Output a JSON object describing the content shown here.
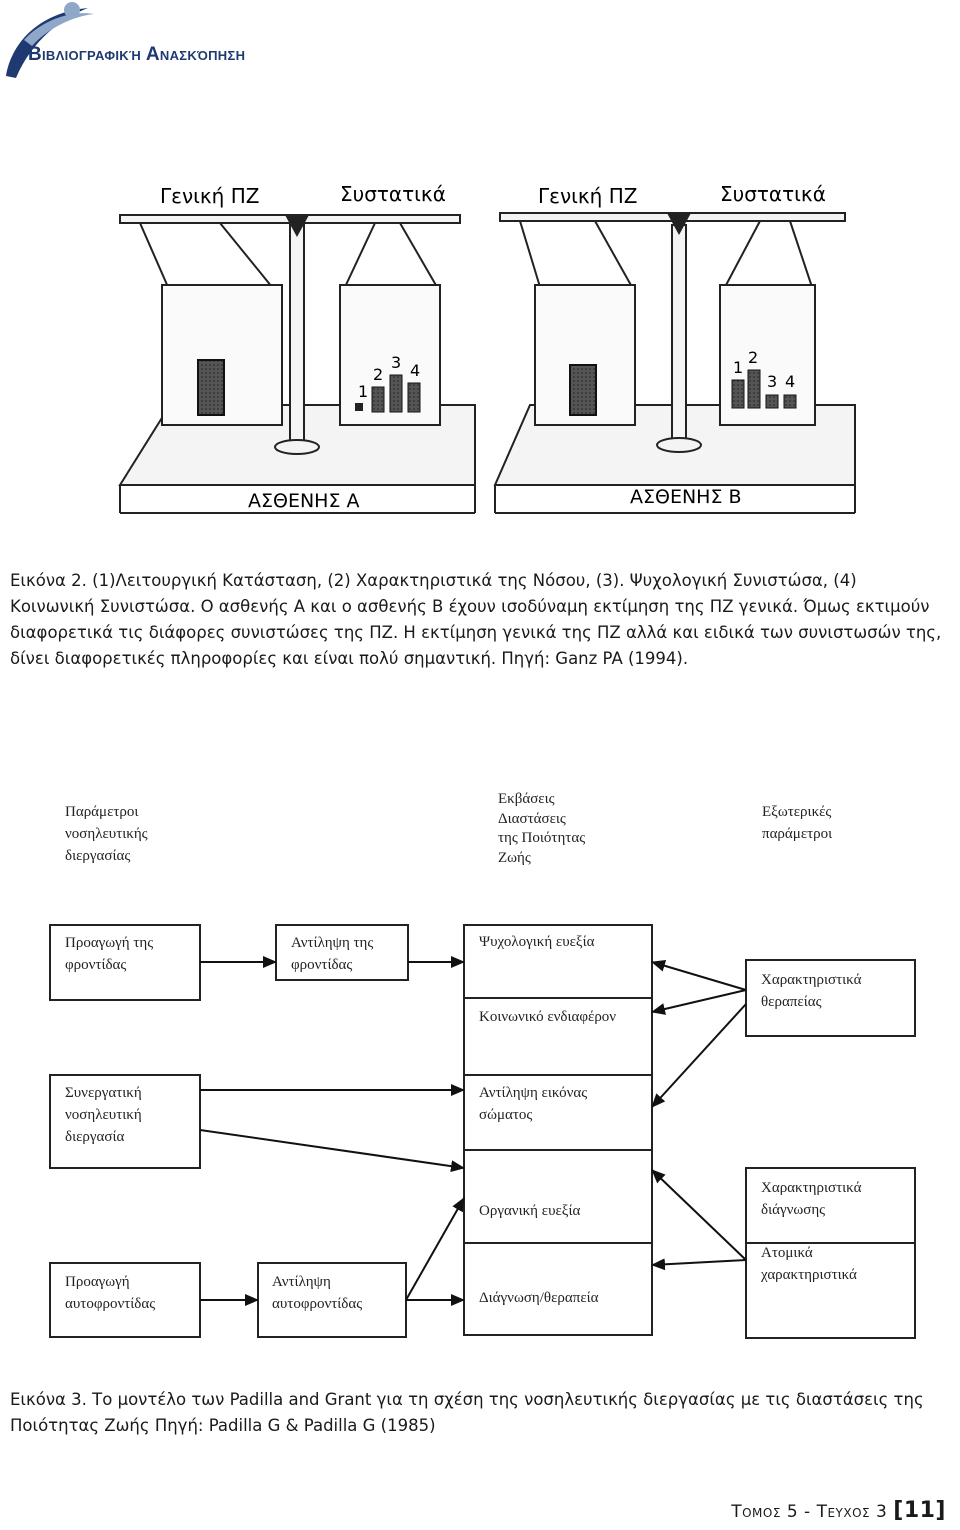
{
  "header": {
    "section_title": "Βιβλιογραφική Ανασκόπηση"
  },
  "figure2": {
    "scale_a": {
      "left_label": "Γενική ΠΖ",
      "right_label": "Συστατικά",
      "patient_label": "ΑΣΘΕΝΗΣ Α",
      "weights": [
        "1",
        "2",
        "3",
        "4"
      ]
    },
    "scale_b": {
      "left_label": "Γενική ΠΖ",
      "right_label": "Συστατικά",
      "patient_label": "ΑΣΘΕΝΗΣ Β",
      "weights": [
        "1",
        "2",
        "3",
        "4"
      ]
    },
    "caption_label": "Εικόνα 2.",
    "caption_text": " (1)Λειτουργική Κατάσταση, (2) Χαρακτηριστικά της Νόσου, (3). Ψυχολογική Συνιστώσα, (4) Κοινωνική Συνιστώσα. Ο ασθενής Α και ο ασθενής Β έχουν ισοδύναμη εκτίμηση της ΠΖ γενικά. Όμως εκτιμούν διαφορετικά τις διάφορες συνιστώσες της ΠΖ. Η εκτίμηση γενικά της ΠΖ αλλά και ειδικά των συνιστωσών της, δίνει διαφορετικές πληροφορίες και είναι πολύ σημαντική. Πηγή: Ganz PA (1994)."
  },
  "figure3": {
    "col_headers": {
      "nursing": [
        "Παράμετροι",
        "νοσηλευτικής",
        "διεργασίας"
      ],
      "outcomes": [
        "Εκβάσεις",
        "Διαστάσεις",
        "της Ποιότητας",
        "Ζωής"
      ],
      "external": [
        "Εξωτερικές",
        "παράμετροι"
      ]
    },
    "boxes": {
      "promo_care": [
        "Προαγωγή της",
        "φροντίδας"
      ],
      "perception_care": [
        "Αντίληψη της",
        "φροντίδας"
      ],
      "psych": [
        "Ψυχολογική ευεξία"
      ],
      "social": [
        "Κοινωνικό ενδιαφέρον"
      ],
      "therapy_char": [
        "Χαρακτηριστικά",
        "θεραπείας"
      ],
      "coop": [
        "Συνεργατική",
        "νοσηλευτική",
        "διεργασία"
      ],
      "body_image": [
        "Αντίληψη εικόνας",
        "σώματος"
      ],
      "organic": [
        "Οργανική ευεξία"
      ],
      "diag_char": [
        "Χαρακτηριστικά",
        "διάγνωσης"
      ],
      "individual": [
        "Ατομικά",
        "χαρακτηριστικά"
      ],
      "promo_self": [
        "Προαγωγή",
        "αυτοφροντίδας"
      ],
      "perception_self": [
        "Αντίληψη",
        "αυτοφροντίδας"
      ],
      "diag_therapy": [
        "Διάγνωση/θεραπεία"
      ]
    },
    "caption_label": "Εικόνα 3.",
    "caption_text": " Το μοντέλο των Padilla and Grant για τη σχέση της νοσηλευτικής διεργασίας με τις διαστάσεις της Ποιότητας Ζωής  Πηγή: Padilla G & Padilla G (1985)"
  },
  "footer": {
    "volume": "Τομος 5 - Τευχος 3",
    "page": "[11]"
  },
  "colors": {
    "logo_blue": "#1f3a70",
    "logo_light": "#8fa7c8"
  }
}
